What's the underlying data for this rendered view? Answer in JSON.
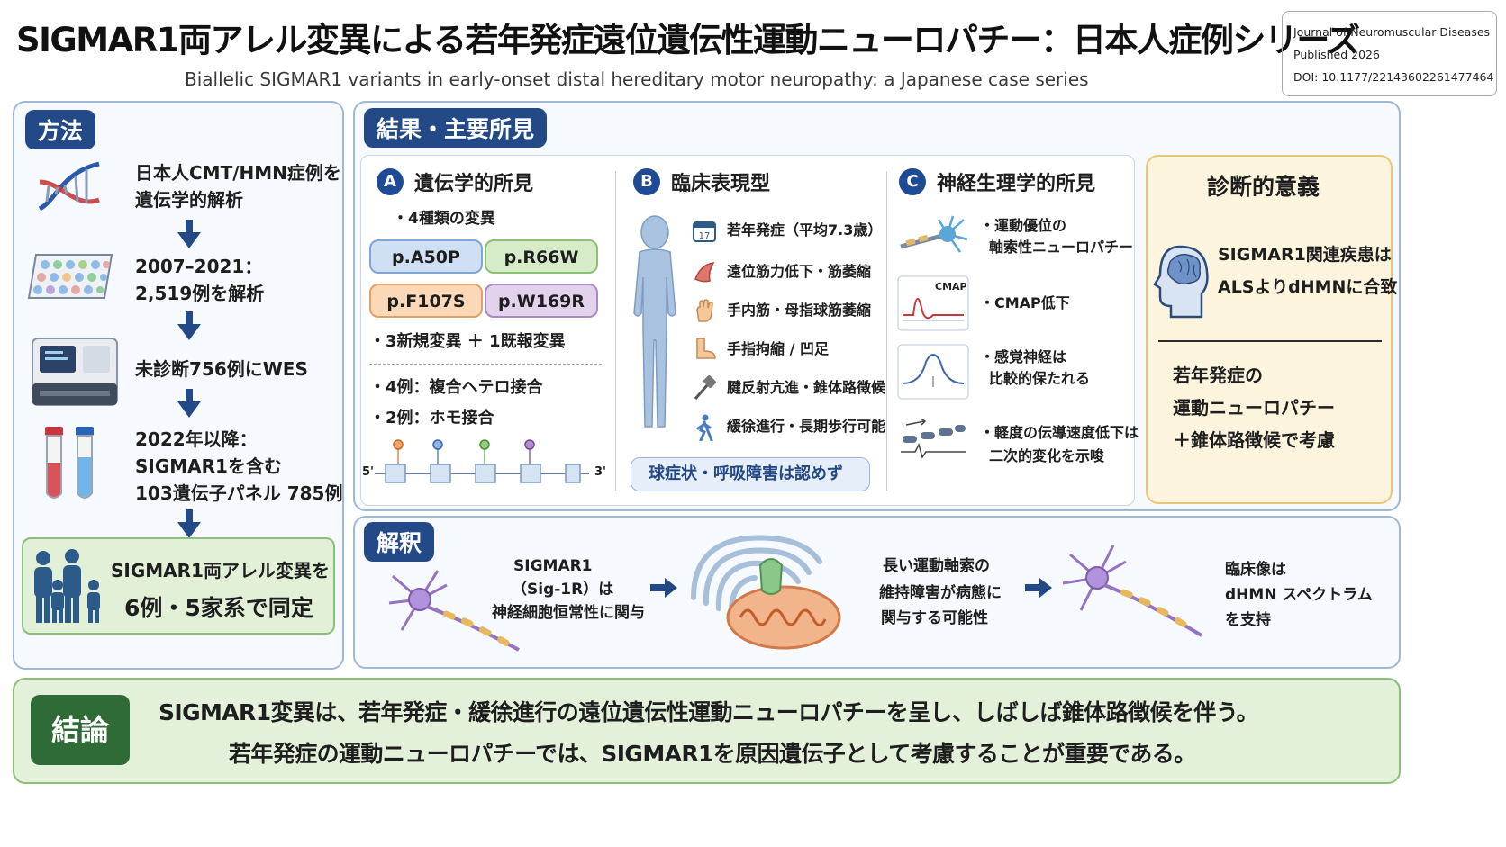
{
  "header": {
    "title": "SIGMAR1両アレル変異による若年発症遠位遺伝性運動ニューロパチー：日本人症例シリーズ",
    "subtitle": "Biallelic SIGMAR1 variants in early-onset distal hereditary motor neuropathy: a Japanese case series",
    "journal": "Journal of Neuromuscular Diseases",
    "published": "Published 2026",
    "doi": "DOI: 10.1177/22143602261477464"
  },
  "methods": {
    "heading": "方法",
    "steps": [
      {
        "line1": "日本人CMT/HMN症例を",
        "line2": "遺伝学的解析",
        "icon": "dna-icon"
      },
      {
        "line1": "2007–2021：",
        "line2": "2,519例を解析",
        "icon": "plate-icon"
      },
      {
        "line1": "未診断756例にWES",
        "line2": "",
        "icon": "sequencer-icon"
      },
      {
        "line1": "2022年以降：",
        "line2": "SIGMAR1を含む",
        "line3": "103遺伝子パネル 785例",
        "icon": "tubes-icon"
      }
    ],
    "result_line1": "SIGMAR1両アレル変異を",
    "result_line2": "6例・5家系で同定"
  },
  "results": {
    "heading": "結果・主要所見",
    "genetic": {
      "letter": "A",
      "title": "遺伝学的所見",
      "intro": "・4種類の変異",
      "variants": [
        {
          "label": "p.A50P",
          "color": "#cfe0f5",
          "border": "#7fa6d6"
        },
        {
          "label": "p.R66W",
          "color": "#d6ecc9",
          "border": "#8dbf74"
        },
        {
          "label": "p.F107S",
          "color": "#fbd9b8",
          "border": "#e3a168"
        },
        {
          "label": "p.W169R",
          "color": "#e2d2ec",
          "border": "#a98bc4"
        }
      ],
      "novel": "・3新規変異 ＋ 1既報変異",
      "compound": "・4例：複合ヘテロ接合",
      "homo": "・2例：ホモ接合",
      "five_prime": "5'",
      "three_prime": "3'"
    },
    "clinical": {
      "letter": "B",
      "title": "臨床表現型",
      "items": [
        {
          "text": "若年発症（平均7.3歳）",
          "icon": "calendar-icon"
        },
        {
          "text": "遠位筋力低下・筋萎縮",
          "icon": "muscle-icon"
        },
        {
          "text": "手内筋・母指球筋萎縮",
          "icon": "hand-icon"
        },
        {
          "text": "手指拘縮 / 凹足",
          "icon": "foot-icon"
        },
        {
          "text": "腱反射亢進・錐体路徴候",
          "icon": "reflex-hammer-icon"
        },
        {
          "text": "緩徐進行・長期歩行可能",
          "icon": "walking-icon"
        }
      ],
      "note": "球症状・呼吸障害は認めず"
    },
    "neuro": {
      "letter": "C",
      "title": "神経生理学的所見",
      "items": [
        {
          "line1": "・運動優位の",
          "line2": "軸索性ニューロパチー"
        },
        {
          "line1": "・CMAP低下",
          "line2": ""
        },
        {
          "line1": "・感覚神経は",
          "line2": "比較的保たれる"
        },
        {
          "line1": "・軽度の伝導速度低下は",
          "line2": "二次的変化を示唆"
        }
      ],
      "cmap_label": "CMAP"
    }
  },
  "diagnosis": {
    "heading": "診断的意義",
    "line1": "SIGMAR1関連疾患は",
    "line2": "ALSよりdHMNに合致",
    "line3": "若年発症の",
    "line4": "運動ニューロパチー",
    "line5": "＋錐体路徴候で考慮"
  },
  "interpretation": {
    "heading": "解釈",
    "text1": [
      "SIGMAR1",
      "（Sig-1R）は",
      "神経細胞恒常性に関与"
    ],
    "text2": [
      "長い運動軸索の",
      "維持障害が病態に",
      "関与する可能性"
    ],
    "text3": [
      "臨床像は",
      "dHMN スペクトラム",
      "を支持"
    ]
  },
  "conclusion": {
    "heading": "結論",
    "line1": "SIGMAR1変異は、若年発症・緩徐進行の遠位遺伝性運動ニューロパチーを呈し、しばしば錐体路徴候を伴う。",
    "line2": "若年発症の運動ニューロパチーでは、SIGMAR1を原因遺伝子として考慮することが重要である。"
  }
}
